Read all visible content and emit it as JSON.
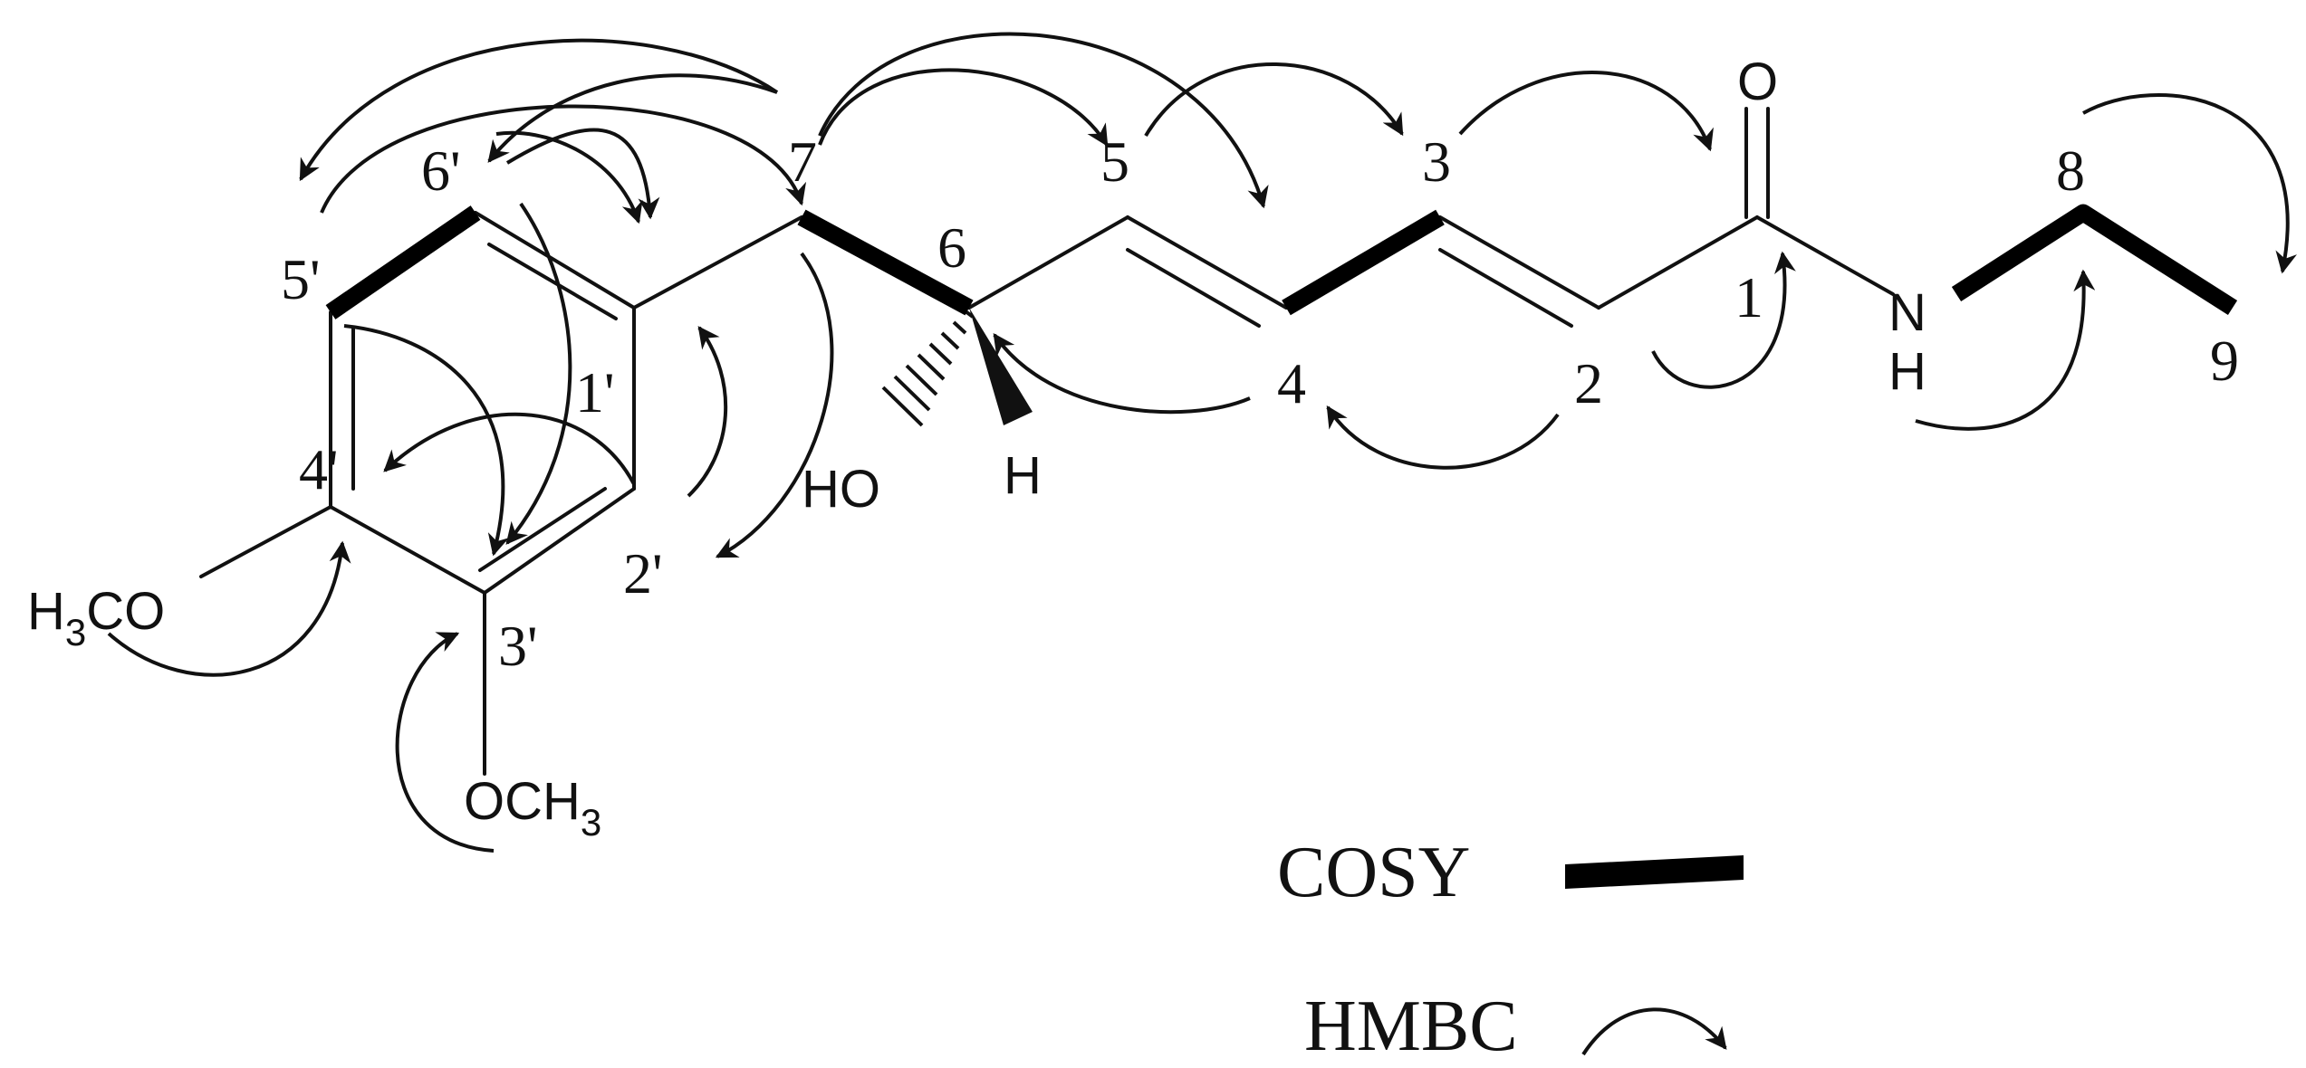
{
  "atom_labels": {
    "C1": "1",
    "C2": "2",
    "C3": "3",
    "C4": "4",
    "C5": "5",
    "C6": "6",
    "C7": "7",
    "C8": "8",
    "C9": "9",
    "C1p": "1'",
    "C2p": "2'",
    "C3p": "3'",
    "C4p": "4'",
    "C5p": "5'",
    "C6p": "6'"
  },
  "groups": {
    "carbonyl_o": "O",
    "amide_n": "N",
    "amide_h": "H",
    "hydroxyl": "HO",
    "stereo_h": "H",
    "methoxy_4": {
      "main": "H",
      "sub": "3",
      "rest": "CO"
    },
    "methoxy_3": {
      "main": "OCH",
      "sub": "3"
    }
  },
  "legend": {
    "cosy_label": "COSY",
    "hmbc_label": "HMBC"
  },
  "colors": {
    "ink": "#111111",
    "background": "#ffffff"
  }
}
